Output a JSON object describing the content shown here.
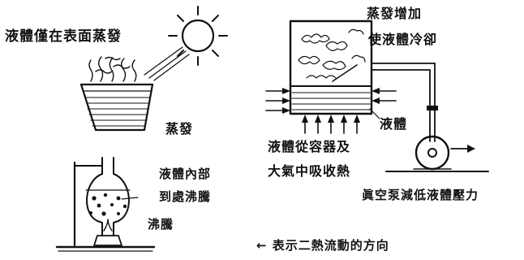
{
  "labels": {
    "surface_only": "液體僅在表面蒸發",
    "evaporation": "蒸發",
    "evap_increase": "蒸發增加",
    "cools_liquid": "使液體冷卻",
    "liquid_right": "液體",
    "absorb_line1": "液體從容器及",
    "absorb_line2": "大氣中吸收熱",
    "vacuum_pump": "眞空泵減低液體壓力",
    "inside_line1": "液體內部",
    "inside_line2": "到處沸騰",
    "boiling": "沸騰",
    "heat_flow_legend": "← 表示二熱流動的方向"
  },
  "colors": {
    "ink": "#111111",
    "paper": "#ffffff"
  }
}
